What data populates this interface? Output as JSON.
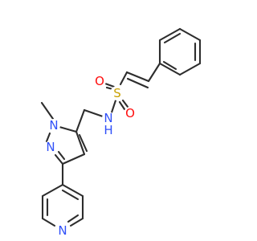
{
  "molecule": {
    "labels": {
      "nitrogen_amine": "N",
      "hydrogen_amine": "H",
      "sulfur": "S",
      "oxygen_top": "O",
      "oxygen_bottom": "O",
      "nitrogen_pyrazole_1": "N",
      "nitrogen_pyrazole_2": "N",
      "nitrogen_pyridine": "N"
    },
    "colors": {
      "bond": "#2d2d2d",
      "nitrogen": "#3050f8",
      "oxygen": "#ff0d0d",
      "sulfur": "#c8a000"
    }
  }
}
